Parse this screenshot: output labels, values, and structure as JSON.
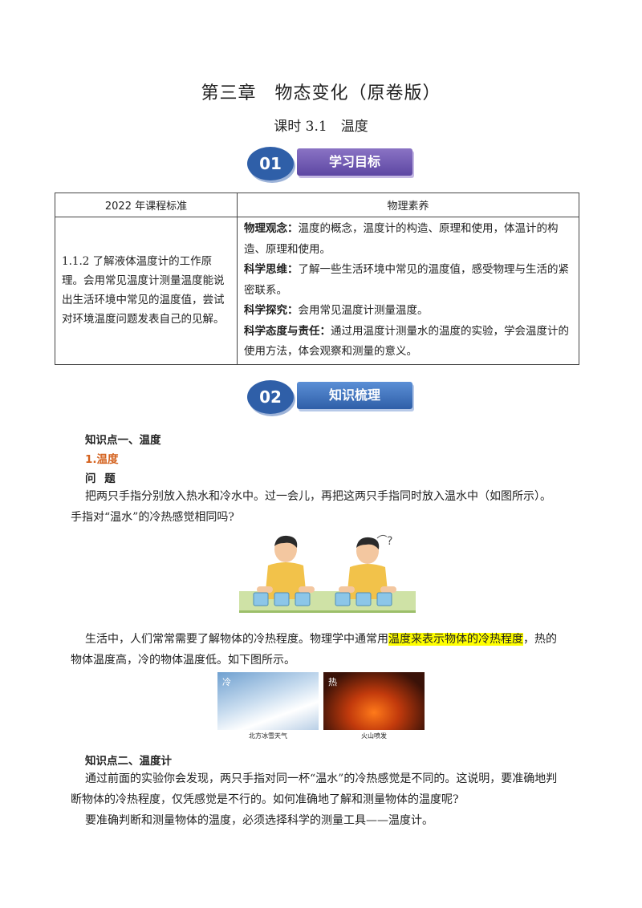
{
  "header": {
    "title": "第三章　物态变化（原卷版）",
    "subtitle": "课时 3.1　温度"
  },
  "section1": {
    "num": "01",
    "label": "学习目标"
  },
  "table": {
    "col1_header": "2022 年课程标准",
    "col2_header": "物理素养",
    "standard": "1.1.2 了解液体温度计的工作原理。会用常见温度计测量温度能说出生活环境中常见的温度值，尝试对环境温度问题发表自己的见解。",
    "literacy": [
      {
        "label": "物理观念：",
        "text": "温度的概念，温度计的构造、原理和使用，体温计的构造、原理和使用。"
      },
      {
        "label": "科学思维：",
        "text": "了解一些生活环境中常见的温度值，感受物理与生活的紧密联系。"
      },
      {
        "label": "科学探究：",
        "text": "会用常见温度计测量温度。"
      },
      {
        "label": "科学态度与责任：",
        "text": "通过用温度计测量水的温度的实验，学会温度计的使用方法，体会观察和测量的意义。"
      }
    ]
  },
  "section2": {
    "num": "02",
    "label": "知识梳理"
  },
  "kp1": {
    "heading": "知识点一、温度",
    "sub": "1.温度",
    "question_label": "问 题",
    "question": "把两只手指分别放入热水和冷水中。过一会儿，再把这两只手指同时放入温水中（如图所示）。手指对“温水”的冷热感觉相同吗?",
    "scene_mark": "?",
    "p_before": "生活中，人们常常需要了解物体的冷热程度。物理学中通常用",
    "p_highlight": "温度来表示物体的冷热程度",
    "p_after": "，热的物体温度高，冷的物体温度低。如下图所示。",
    "photo_cold_tag": "冷",
    "photo_cold_caption": "北方冰雪天气",
    "photo_hot_tag": "热",
    "photo_hot_caption": "火山喷发"
  },
  "kp2": {
    "heading": "知识点二、温度计",
    "p1": "通过前面的实验你会发现，两只手指对同一杯“温水”的冷热感觉是不同的。这说明，要准确地判断物体的冷热程度，仅凭感觉是不行的。如何准确地了解和测量物体的温度呢?",
    "p2": "要准确判断和测量物体的温度，必须选择科学的测量工具——温度计。"
  },
  "colors": {
    "badge_blue": "#2f5fa8",
    "bar_purple": "#5d47a3",
    "orange": "#d4621e",
    "highlight": "#ffff00"
  }
}
